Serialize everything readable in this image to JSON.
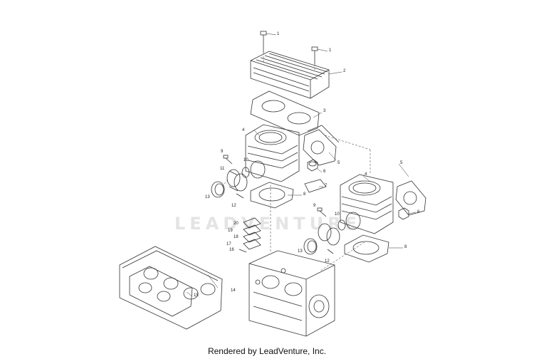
{
  "watermark": "LEADVENTURE",
  "footer": "Rendered by LeadVenture, Inc.",
  "callouts": [
    "1",
    "1",
    "2",
    "3",
    "4",
    "4",
    "5",
    "5",
    "6",
    "6",
    "7",
    "8",
    "8",
    "9",
    "9",
    "10",
    "10",
    "11",
    "12",
    "12",
    "13",
    "13",
    "14",
    "15",
    "16",
    "17",
    "18",
    "19",
    "20"
  ]
}
